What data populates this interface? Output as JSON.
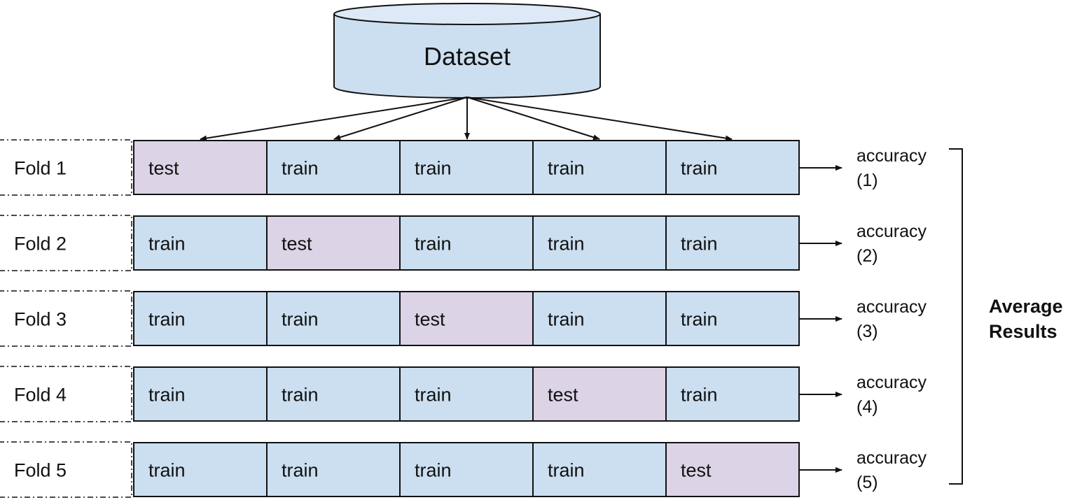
{
  "dataset": {
    "label": "Dataset",
    "fill": "#cbdff0",
    "top_fill": "#dde9f6"
  },
  "colors": {
    "train": "#cbdff0",
    "test": "#dcd3e6",
    "stroke": "#111111"
  },
  "folds": [
    {
      "label": "Fold 1",
      "cells": [
        "test",
        "train",
        "train",
        "train",
        "train"
      ],
      "accuracy_line1": "accuracy",
      "accuracy_line2": "(1)"
    },
    {
      "label": "Fold 2",
      "cells": [
        "train",
        "test",
        "train",
        "train",
        "train"
      ],
      "accuracy_line1": "accuracy",
      "accuracy_line2": "(2)"
    },
    {
      "label": "Fold 3",
      "cells": [
        "train",
        "train",
        "test",
        "train",
        "train"
      ],
      "accuracy_line1": "accuracy",
      "accuracy_line2": "(3)"
    },
    {
      "label": "Fold 4",
      "cells": [
        "train",
        "train",
        "train",
        "test",
        "train"
      ],
      "accuracy_line1": "accuracy",
      "accuracy_line2": "(4)"
    },
    {
      "label": "Fold 5",
      "cells": [
        "train",
        "train",
        "train",
        "train",
        "test"
      ],
      "accuracy_line1": "accuracy",
      "accuracy_line2": "(5)"
    }
  ],
  "summary": {
    "line1": "Average",
    "line2": "Results"
  }
}
